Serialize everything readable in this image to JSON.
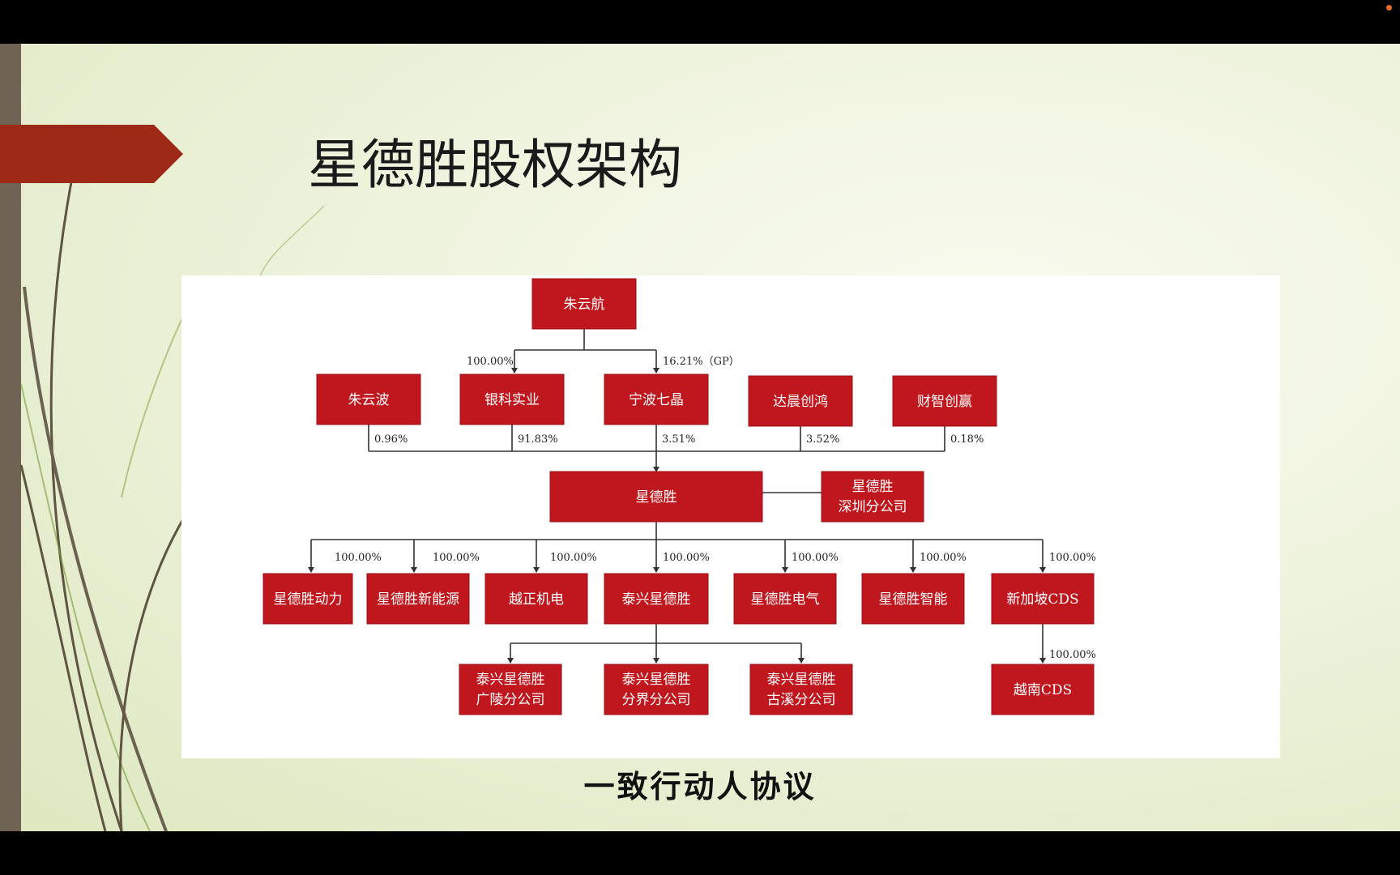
{
  "slide": {
    "title": "星德胜股权架构",
    "caption": "一致行动人协议",
    "accent_color": "#9e2916",
    "bar_color": "#6f6353"
  },
  "diagram": {
    "node_color": "#c0171e",
    "nodes": [
      {
        "id": "zhu-yunhang",
        "lines": [
          "朱云航"
        ]
      },
      {
        "id": "zhu-yunbo",
        "lines": [
          "朱云波"
        ]
      },
      {
        "id": "yinke-shiye",
        "lines": [
          "银科实业"
        ]
      },
      {
        "id": "ningbo-qijing",
        "lines": [
          "宁波七晶"
        ]
      },
      {
        "id": "dachen-chuanghong",
        "lines": [
          "达晨创鸿"
        ]
      },
      {
        "id": "caizhi-chuangying",
        "lines": [
          "财智创赢"
        ]
      },
      {
        "id": "xingdesheng",
        "lines": [
          "星德胜"
        ]
      },
      {
        "id": "shenzhen-branch",
        "lines": [
          "星德胜",
          "深圳分公司"
        ]
      },
      {
        "id": "xds-dongli",
        "lines": [
          "星德胜动力"
        ]
      },
      {
        "id": "xds-xinnengyuan",
        "lines": [
          "星德胜新能源"
        ]
      },
      {
        "id": "yuezheng-jidian",
        "lines": [
          "越正机电"
        ]
      },
      {
        "id": "taixing-xds",
        "lines": [
          "泰兴星德胜"
        ]
      },
      {
        "id": "xds-dianqi",
        "lines": [
          "星德胜电气"
        ]
      },
      {
        "id": "xds-zhineng",
        "lines": [
          "星德胜智能"
        ]
      },
      {
        "id": "singapore-cds",
        "lines": [
          "新加坡CDS"
        ]
      },
      {
        "id": "taixing-guangling",
        "lines": [
          "泰兴星德胜",
          "广陵分公司"
        ]
      },
      {
        "id": "taixing-fenjie",
        "lines": [
          "泰兴星德胜",
          "分界分公司"
        ]
      },
      {
        "id": "taixing-guxi",
        "lines": [
          "泰兴星德胜",
          "古溪分公司"
        ]
      },
      {
        "id": "vietnam-cds",
        "lines": [
          "越南CDS"
        ]
      }
    ],
    "percent_labels": [
      {
        "id": "yinke",
        "text": "100.00%"
      },
      {
        "id": "ningbo",
        "text": "16.21%（GP）"
      },
      {
        "id": "zhu-yunbo-stake",
        "text": "0.96%"
      },
      {
        "id": "yinke-stake",
        "text": "91.83%"
      },
      {
        "id": "ningbo-stake",
        "text": "3.51%"
      },
      {
        "id": "dachen-stake",
        "text": "3.52%"
      },
      {
        "id": "caizhi-stake",
        "text": "0.18%"
      },
      {
        "id": "sub-dongli",
        "text": "100.00%"
      },
      {
        "id": "sub-xinnengyuan",
        "text": "100.00%"
      },
      {
        "id": "sub-yuezheng",
        "text": "100.00%"
      },
      {
        "id": "sub-taixing",
        "text": "100.00%"
      },
      {
        "id": "sub-dianqi",
        "text": "100.00%"
      },
      {
        "id": "sub-zhineng",
        "text": "100.00%"
      },
      {
        "id": "sub-singapore",
        "text": "100.00%"
      },
      {
        "id": "sub-vietnam",
        "text": "100.00%"
      }
    ]
  }
}
